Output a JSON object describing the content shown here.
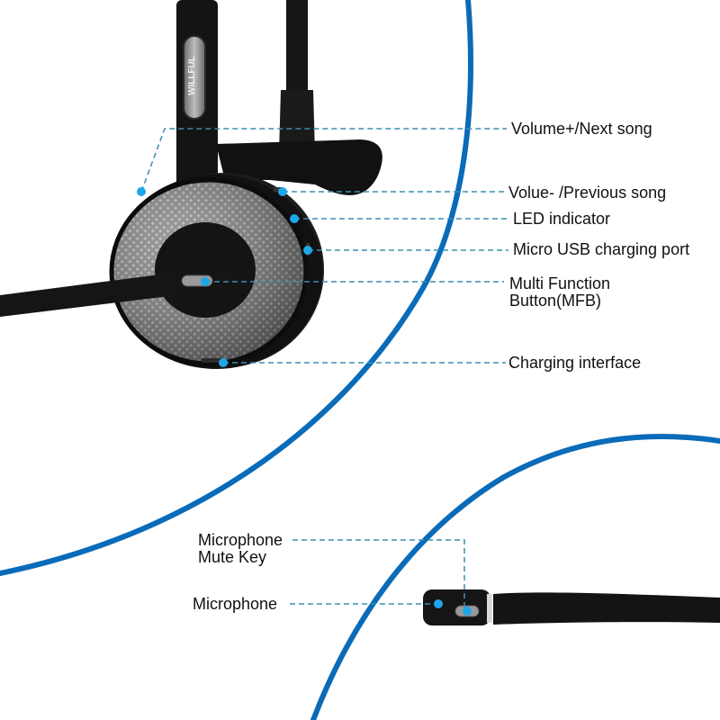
{
  "colors": {
    "arc": "#0a6bb8",
    "dash": "#3a8fb0",
    "dot": "#1ea7e8",
    "headset_dark": "#121212",
    "ear_mesh": "#8a8a8a",
    "text": "#111111"
  },
  "brand": {
    "logo_text": "WILLFUL"
  },
  "callouts": {
    "volume_up": {
      "label": "Volume+/Next song"
    },
    "volume_down": {
      "label": "Volue- /Previous song"
    },
    "led": {
      "label": "LED indicator"
    },
    "usb": {
      "label": "Micro USB charging port"
    },
    "mfb": {
      "line1": "Multi Function",
      "line2": "Button(MFB)"
    },
    "charging": {
      "label": "Charging interface"
    },
    "mute_key": {
      "line1": "Microphone",
      "line2": "Mute Key"
    },
    "microphone": {
      "label": "Microphone"
    }
  }
}
